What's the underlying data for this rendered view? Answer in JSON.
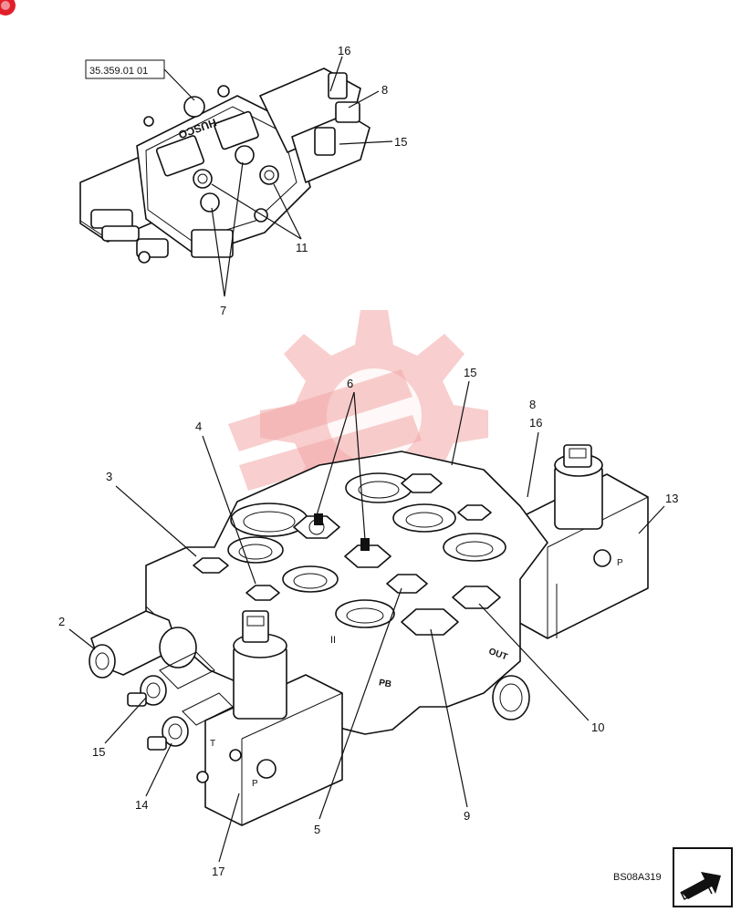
{
  "reference_code": "35.359.01 01",
  "drawing_id": "BS08A319",
  "top_callouts": {
    "c16": "16",
    "c8": "8",
    "c15": "15",
    "c11": "11",
    "c7": "7"
  },
  "main_callouts": {
    "c6": "6",
    "c15": "15",
    "c8": "8",
    "c16": "16",
    "c4": "4",
    "c3": "3",
    "c13": "13",
    "c2": "2",
    "c15b": "15",
    "c14": "14",
    "c10": "10",
    "c5": "5",
    "c9": "9",
    "c17": "17"
  },
  "part_markings": {
    "hydraulic_brand": "HUSCO",
    "port_p": "P",
    "port_t": "T",
    "port_p2": "P",
    "roman_ii": "II",
    "port_pb": "PB",
    "port_out": "OUT"
  },
  "colors": {
    "line": "#111111",
    "watermark": "#f3a6a6",
    "corner_badge": "#e0202a"
  }
}
